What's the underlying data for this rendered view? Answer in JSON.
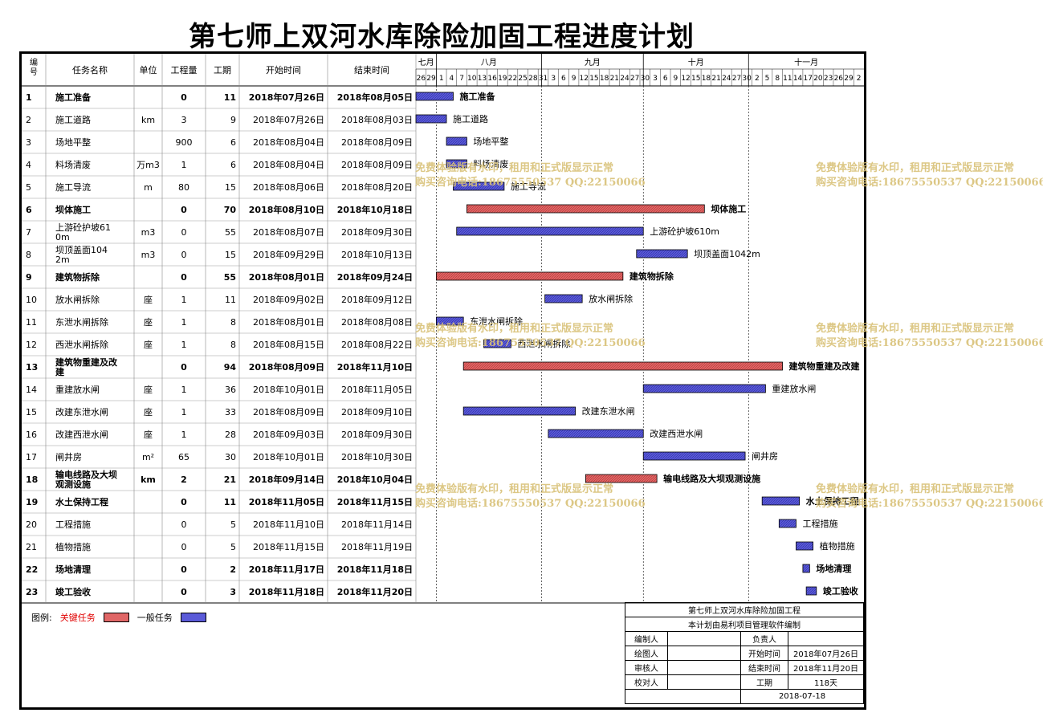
{
  "title": "第七师上双河水库除险加固工程进度计划",
  "headers": [
    "编号",
    "任务名称",
    "单位",
    "工程量",
    "工期",
    "开始时间",
    "结束时间"
  ],
  "timeline": {
    "months": [
      {
        "label": "七月",
        "start": 0,
        "end": 6
      },
      {
        "label": "八月",
        "start": 6,
        "end": 37
      },
      {
        "label": "九月",
        "start": 37,
        "end": 67
      },
      {
        "label": "十月",
        "start": 67,
        "end": 98
      },
      {
        "label": "十一月",
        "start": 98,
        "end": 132
      }
    ],
    "day_labels": [
      "26",
      "29",
      "1",
      "4",
      "7",
      "10",
      "13",
      "16",
      "19",
      "22",
      "25",
      "28",
      "31",
      "3",
      "6",
      "9",
      "12",
      "15",
      "18",
      "21",
      "24",
      "27",
      "30",
      "3",
      "6",
      "9",
      "12",
      "15",
      "18",
      "21",
      "24",
      "27",
      "30",
      "2",
      "5",
      "8",
      "11",
      "14",
      "17",
      "20",
      "23",
      "26",
      "29",
      "2"
    ],
    "total_days": 132
  },
  "chart_data": {
    "type": "gantt",
    "tasks": [
      {
        "id": "1",
        "name": "施工准备",
        "unit": "",
        "qty": "0",
        "dur": "11",
        "start": "2018年07月26日",
        "end": "2018年08月05日",
        "critical": false,
        "summary": true,
        "s": 0,
        "e": 11
      },
      {
        "id": "2",
        "name": "施工道路",
        "unit": "km",
        "qty": "3",
        "dur": "9",
        "start": "2018年07月26日",
        "end": "2018年08月03日",
        "critical": false,
        "summary": false,
        "s": 0,
        "e": 9
      },
      {
        "id": "3",
        "name": "场地平整",
        "unit": "",
        "qty": "900",
        "dur": "6",
        "start": "2018年08月04日",
        "end": "2018年08月09日",
        "critical": false,
        "summary": false,
        "s": 9,
        "e": 15
      },
      {
        "id": "4",
        "name": "料场清废",
        "unit": "万m3",
        "qty": "1",
        "dur": "6",
        "start": "2018年08月04日",
        "end": "2018年08月09日",
        "critical": false,
        "summary": false,
        "s": 9,
        "e": 15
      },
      {
        "id": "5",
        "name": "施工导流",
        "unit": "m",
        "qty": "80",
        "dur": "15",
        "start": "2018年08月06日",
        "end": "2018年08月20日",
        "critical": false,
        "summary": false,
        "s": 11,
        "e": 26
      },
      {
        "id": "6",
        "name": "坝体施工",
        "unit": "",
        "qty": "0",
        "dur": "70",
        "start": "2018年08月10日",
        "end": "2018年10月18日",
        "critical": true,
        "summary": true,
        "s": 15,
        "e": 85
      },
      {
        "id": "7",
        "name": "上游砼护坡610m",
        "unit": "m3",
        "qty": "0",
        "dur": "55",
        "start": "2018年08月07日",
        "end": "2018年09月30日",
        "critical": false,
        "summary": false,
        "s": 12,
        "e": 67
      },
      {
        "id": "8",
        "name": "坝顶盖面1042m",
        "unit": "m3",
        "qty": "0",
        "dur": "15",
        "start": "2018年09月29日",
        "end": "2018年10月13日",
        "critical": false,
        "summary": false,
        "s": 65,
        "e": 80
      },
      {
        "id": "9",
        "name": "建筑物拆除",
        "unit": "",
        "qty": "0",
        "dur": "55",
        "start": "2018年08月01日",
        "end": "2018年09月24日",
        "critical": true,
        "summary": true,
        "s": 6,
        "e": 61
      },
      {
        "id": "10",
        "name": "放水闸拆除",
        "unit": "座",
        "qty": "1",
        "dur": "11",
        "start": "2018年09月02日",
        "end": "2018年09月12日",
        "critical": false,
        "summary": false,
        "s": 38,
        "e": 49
      },
      {
        "id": "11",
        "name": "东泄水闸拆除",
        "unit": "座",
        "qty": "1",
        "dur": "8",
        "start": "2018年08月01日",
        "end": "2018年08月08日",
        "critical": false,
        "summary": false,
        "s": 6,
        "e": 14
      },
      {
        "id": "12",
        "name": "西泄水闸拆除",
        "unit": "座",
        "qty": "1",
        "dur": "8",
        "start": "2018年08月15日",
        "end": "2018年08月22日",
        "critical": false,
        "summary": false,
        "s": 20,
        "e": 28
      },
      {
        "id": "13",
        "name": "建筑物重建及改建",
        "unit": "",
        "qty": "0",
        "dur": "94",
        "start": "2018年08月09日",
        "end": "2018年11月10日",
        "critical": true,
        "summary": true,
        "s": 14,
        "e": 108
      },
      {
        "id": "14",
        "name": "重建放水闸",
        "unit": "座",
        "qty": "1",
        "dur": "36",
        "start": "2018年10月01日",
        "end": "2018年11月05日",
        "critical": false,
        "summary": false,
        "s": 67,
        "e": 103
      },
      {
        "id": "15",
        "name": "改建东泄水闸",
        "unit": "座",
        "qty": "1",
        "dur": "33",
        "start": "2018年08月09日",
        "end": "2018年09月10日",
        "critical": false,
        "summary": false,
        "s": 14,
        "e": 47
      },
      {
        "id": "16",
        "name": "改建西泄水闸",
        "unit": "座",
        "qty": "1",
        "dur": "28",
        "start": "2018年09月03日",
        "end": "2018年09月30日",
        "critical": false,
        "summary": false,
        "s": 39,
        "e": 67
      },
      {
        "id": "17",
        "name": "闸井房",
        "unit": "m²",
        "qty": "65",
        "dur": "30",
        "start": "2018年10月01日",
        "end": "2018年10月30日",
        "critical": false,
        "summary": false,
        "s": 67,
        "e": 97
      },
      {
        "id": "18",
        "name": "输电线路及大坝观测设施",
        "unit": "km",
        "qty": "2",
        "dur": "21",
        "start": "2018年09月14日",
        "end": "2018年10月04日",
        "critical": true,
        "summary": true,
        "s": 50,
        "e": 71
      },
      {
        "id": "19",
        "name": "水土保持工程",
        "unit": "",
        "qty": "0",
        "dur": "11",
        "start": "2018年11月05日",
        "end": "2018年11月15日",
        "critical": false,
        "summary": true,
        "s": 102,
        "e": 113
      },
      {
        "id": "20",
        "name": "工程措施",
        "unit": "",
        "qty": "0",
        "dur": "5",
        "start": "2018年11月10日",
        "end": "2018年11月14日",
        "critical": false,
        "summary": false,
        "s": 107,
        "e": 112
      },
      {
        "id": "21",
        "name": "植物措施",
        "unit": "",
        "qty": "0",
        "dur": "5",
        "start": "2018年11月15日",
        "end": "2018年11月19日",
        "critical": false,
        "summary": false,
        "s": 112,
        "e": 117
      },
      {
        "id": "22",
        "name": "场地清理",
        "unit": "",
        "qty": "0",
        "dur": "2",
        "start": "2018年11月17日",
        "end": "2018年11月18日",
        "critical": false,
        "summary": true,
        "s": 114,
        "e": 116
      },
      {
        "id": "23",
        "name": "竣工验收",
        "unit": "",
        "qty": "0",
        "dur": "3",
        "start": "2018年11月18日",
        "end": "2018年11月20日",
        "critical": false,
        "summary": true,
        "s": 115,
        "e": 118
      }
    ]
  },
  "legend": {
    "label": "图例:",
    "critical_label": "关键任务",
    "normal_label": "一般任务",
    "critical_color": "#e06666",
    "normal_color": "#5a5ad8",
    "critical_text_color": "#e00000"
  },
  "info": {
    "project": "第七师上双河水库除险加固工程",
    "software": "本计划由易利项目管理软件编制",
    "editor": "编制人",
    "owner": "负责人",
    "drawer": "绘图人",
    "start_label": "开始时间",
    "start_value": "2018年07月26日",
    "reviewer": "审核人",
    "end_label": "结束时间",
    "end_value": "2018年11月20日",
    "checker": "校对人",
    "duration_label": "工期",
    "duration_value": "118天",
    "date": "2018-07-18"
  },
  "watermark": {
    "line1": "免费体验版有水印，租用和正式版显示正常",
    "line2": "购买咨询电话:18675550537 QQ:22150066"
  }
}
